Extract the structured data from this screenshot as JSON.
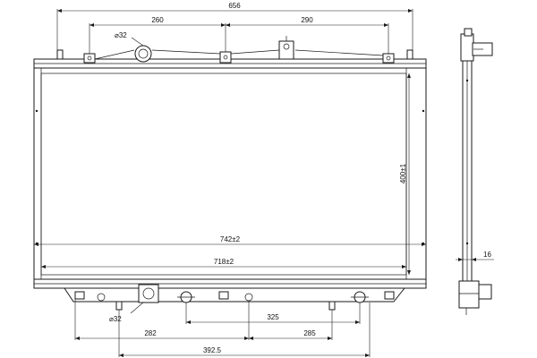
{
  "dimensions": {
    "overall_width": "656",
    "top_left_offset": "260",
    "top_right_offset": "290",
    "cap_diameter": "⌀32",
    "core_height": "400±1",
    "core_width_outer": "742±2",
    "core_width_inner": "718±2",
    "bottom_outlet_diameter": "⌀32",
    "bottom_mount_span": "325",
    "bottom_left_offset": "282",
    "bottom_right_offset": "285",
    "bottom_total_offset": "392.5",
    "side_core_thickness": "16"
  }
}
